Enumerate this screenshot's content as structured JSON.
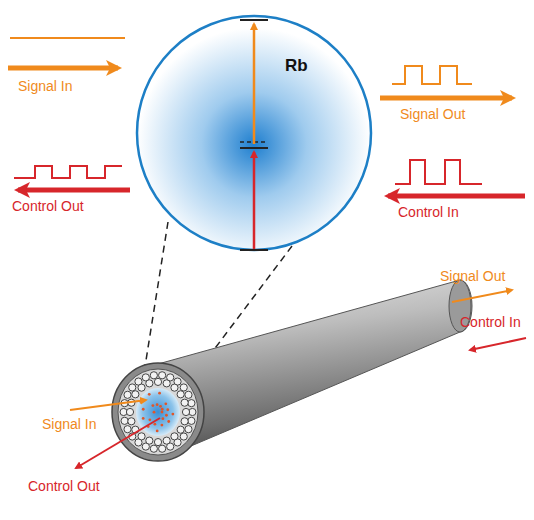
{
  "diagram": {
    "nodes": [
      {
        "text": [
          "Rb"
        ]
      }
    ],
    "labels": [
      "Signal In",
      "Signal Out",
      "Control Out",
      "Control In",
      "Signal Out",
      "Control In",
      "Signal In",
      "Control Out"
    ]
  }
}
